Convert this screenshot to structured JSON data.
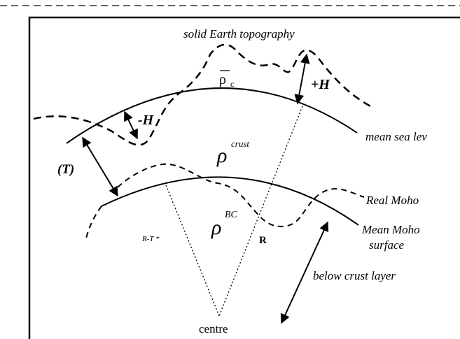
{
  "labels": {
    "solid_earth_topography": "solid Earth topography",
    "rho_c_bar": "ρ",
    "rho_c_sub": "c",
    "plus_h": "+H",
    "minus_h": "-H",
    "mean_sea_level": "mean sea lev",
    "rho_crust": "ρ",
    "rho_crust_sup": "crust",
    "t_label": "(T)",
    "real_moho": "Real Moho",
    "rho_bc": "ρ",
    "rho_bc_sup": "BC",
    "mean_moho_line1": "Mean Moho",
    "mean_moho_line2": "surface",
    "r_minus_t": "R-T *",
    "r_label": "R",
    "below_crust_layer": "below crust layer",
    "centre": "centre"
  },
  "colors": {
    "ink": "#000000",
    "background": "#ffffff",
    "frame_dash": "#333333"
  }
}
